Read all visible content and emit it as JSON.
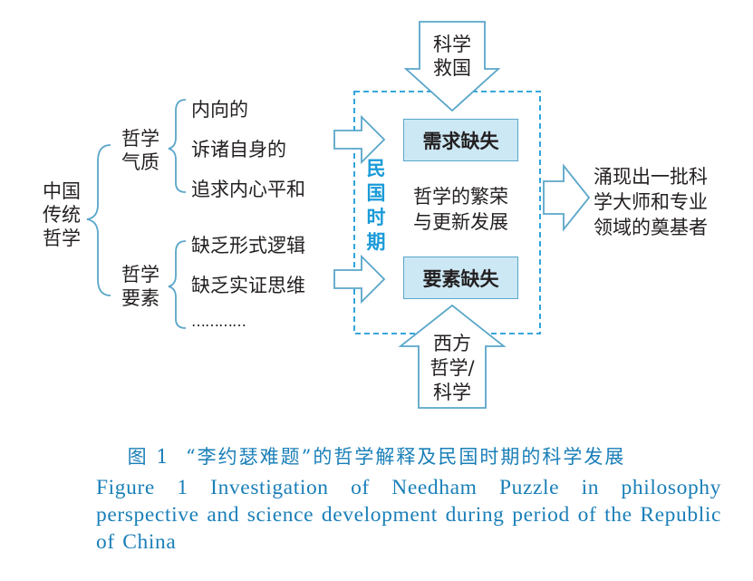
{
  "root": {
    "line1": "中国",
    "line2": "传统",
    "line3": "哲学"
  },
  "branch_temperament": {
    "label_line1": "哲学",
    "label_line2": "气质",
    "items": [
      "内向的",
      "诉诸自身的",
      "追求内心平和"
    ]
  },
  "branch_elements": {
    "label_line1": "哲学",
    "label_line2": "要素",
    "items": [
      "缺乏形式逻辑",
      "缺乏实证思维",
      "…………"
    ]
  },
  "period": {
    "chars": [
      "民",
      "国",
      "时",
      "期"
    ]
  },
  "box_demand": "需求缺失",
  "box_elements": "要素缺失",
  "center": {
    "line1": "哲学的繁荣",
    "line2": "与更新发展"
  },
  "top_arrow": {
    "line1": "科学",
    "line2": "救国"
  },
  "bottom_arrow": {
    "line1": "西方",
    "line2": "哲学/",
    "line3": "科学"
  },
  "result": {
    "line1": "涌现出一批科",
    "line2": "学大师和专业",
    "line3": "领域的奠基者"
  },
  "caption": {
    "cn": "图 1  “李约瑟难题”的哲学解释及民国时期的科学发展",
    "en": "Figure 1    Investigation of Needham Puzzle in philosophy perspective and science development during period of the Republic of China"
  },
  "colors": {
    "accent": "#1a9bd7",
    "box_fill": "#cce8f4",
    "caption": "#1a7fb8",
    "arrow": "#5aa6c9"
  }
}
